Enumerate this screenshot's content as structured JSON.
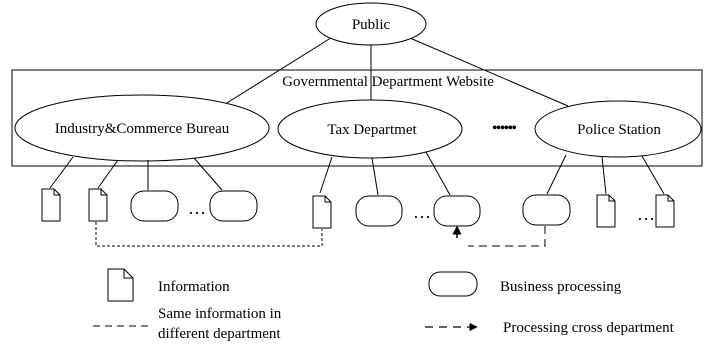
{
  "nodes": {
    "public": "Public",
    "website": "Governmental Department Website",
    "industry": "Industry&Commerce Bureau",
    "tax": "Tax Departmet",
    "police": "Police Station",
    "dots_between": "••••••",
    "ellipsis": "…"
  },
  "legend": {
    "information": "Information",
    "business_processing": "Business processing",
    "same_info_line1": "Same information in",
    "same_info_line2": "different department",
    "processing_cross": "Processing cross department"
  }
}
